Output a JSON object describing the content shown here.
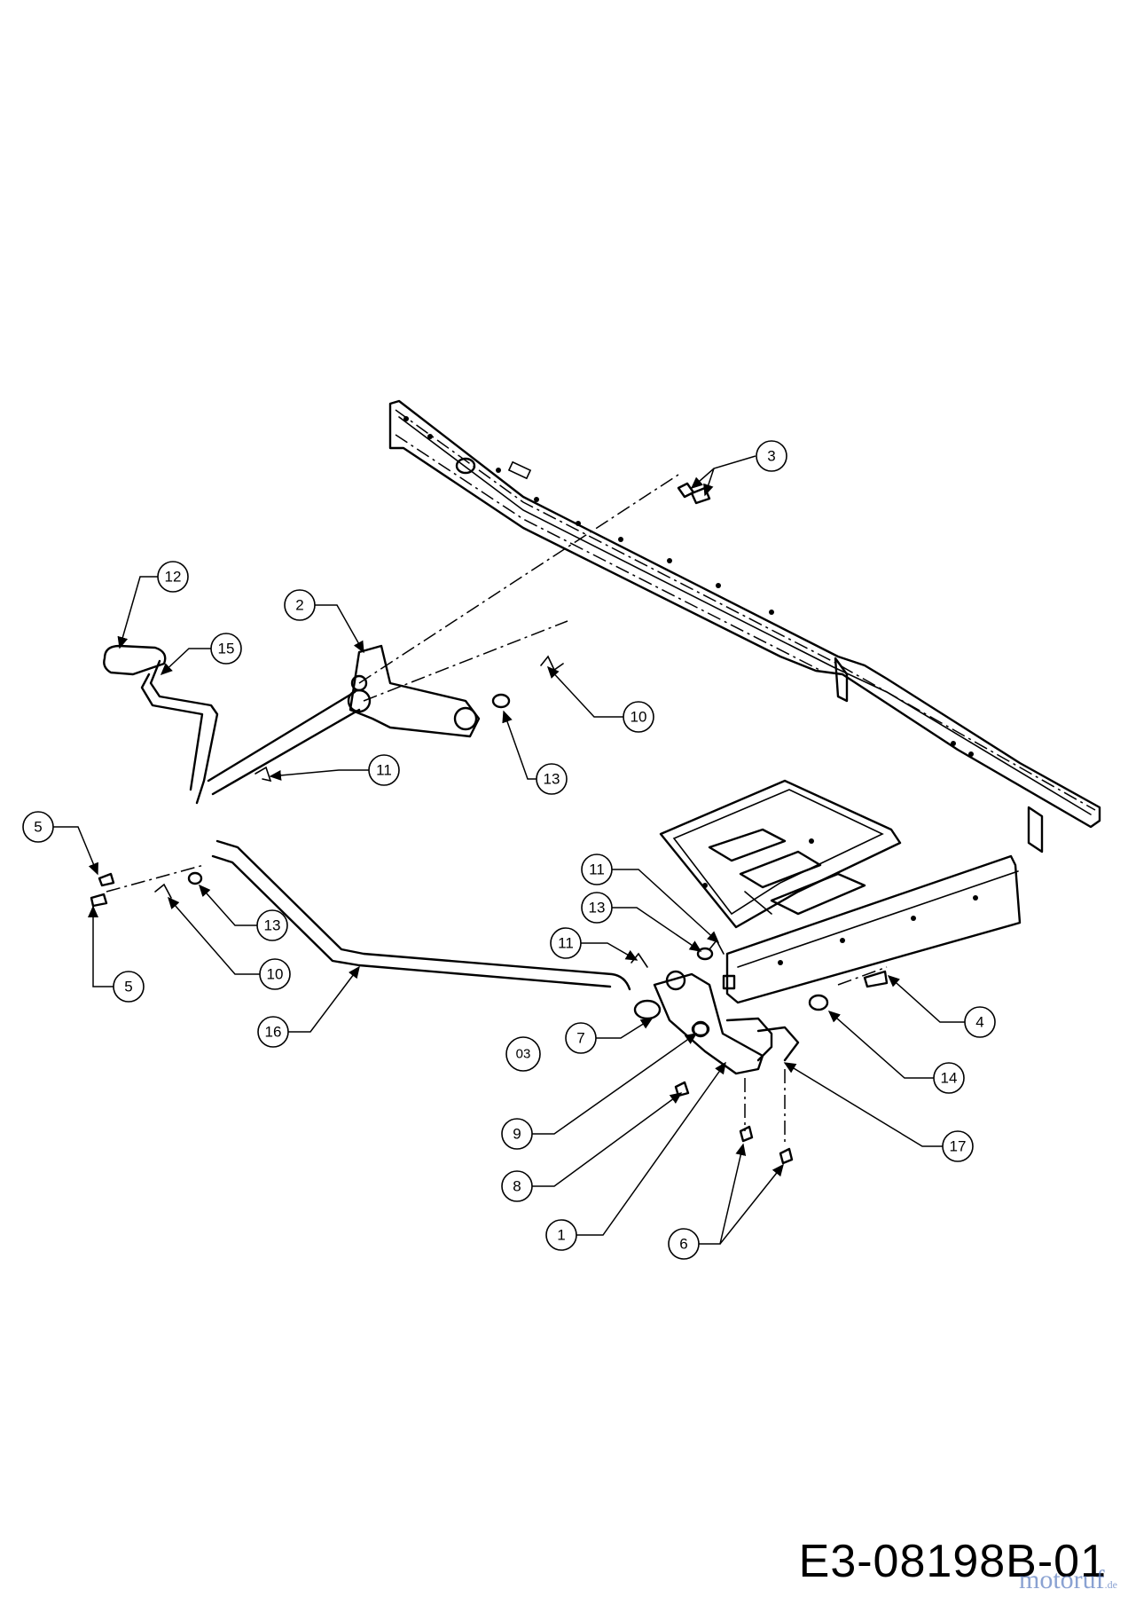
{
  "diagram": {
    "code": "E3-08198B-01",
    "variant_label": "03",
    "callout_labels": [
      "1",
      "2",
      "3",
      "4",
      "5",
      "5",
      "6",
      "7",
      "8",
      "9",
      "10",
      "10",
      "11",
      "11",
      "11",
      "12",
      "13",
      "13",
      "13",
      "14",
      "15",
      "16",
      "17"
    ],
    "watermark": {
      "text": "motoruf",
      "suffix": ".de"
    }
  }
}
